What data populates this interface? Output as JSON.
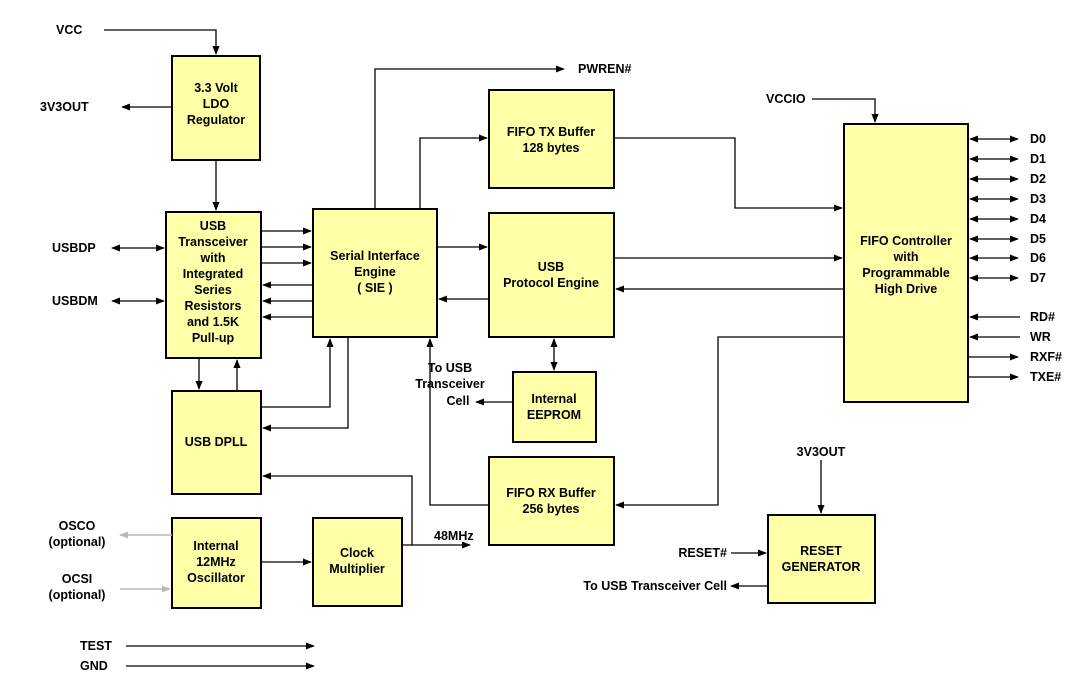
{
  "blocks": {
    "ldo": [
      "3.3 Volt",
      "LDO",
      "Regulator"
    ],
    "transceiver": [
      "USB",
      "Transceiver",
      "with",
      "Integrated",
      "Series",
      "Resistors",
      "and 1.5K",
      "Pull-up"
    ],
    "sie": [
      "Serial Interface",
      "Engine",
      "( SIE )"
    ],
    "fifo_tx": [
      "FIFO TX Buffer",
      "128 bytes"
    ],
    "protocol": [
      "USB",
      "Protocol Engine"
    ],
    "eeprom": [
      "Internal",
      "EEPROM"
    ],
    "fifo_rx": [
      "FIFO RX Buffer",
      "256 bytes"
    ],
    "dpll": [
      "USB DPLL"
    ],
    "oscillator": [
      "Internal",
      "12MHz",
      "Oscillator"
    ],
    "clock_mult": [
      "Clock",
      "Multiplier"
    ],
    "fifo_ctrl": [
      "FIFO Controller",
      "with",
      "Programmable",
      "High Drive"
    ],
    "reset_gen": [
      "RESET",
      "GENERATOR"
    ]
  },
  "signals": {
    "vcc": "VCC",
    "v3out_left": "3V3OUT",
    "usbdp": "USBDP",
    "usbdm": "USBDM",
    "pwren": "PWREN#",
    "vccio": "VCCIO",
    "data_pins": [
      "D0",
      "D1",
      "D2",
      "D3",
      "D4",
      "D5",
      "D6",
      "D7"
    ],
    "rd": "RD#",
    "wr": "WR",
    "rxf": "RXF#",
    "txe": "TXE#",
    "to_usb_cell": [
      "To USB",
      "Transceiver",
      "Cell"
    ],
    "v3out_reset": "3V3OUT",
    "reset_in": "RESET#",
    "to_usb_cell_reset": "To USB Transceiver Cell",
    "osco": [
      "OSCO",
      "(optional)"
    ],
    "ocsi": [
      "OCSI",
      "(optional)"
    ],
    "clk48": "48MHz",
    "test": "TEST",
    "gnd": "GND"
  }
}
